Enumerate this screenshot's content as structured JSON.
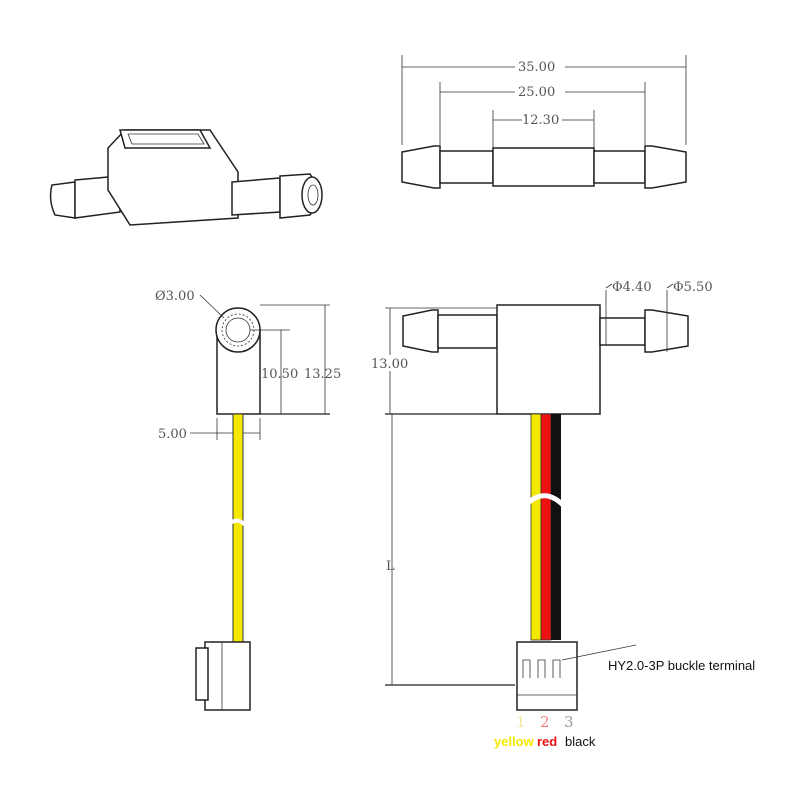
{
  "dimensions": {
    "length_total": "35.00",
    "length_barbs": "25.00",
    "length_body": "12.30",
    "inlet_diameter": "Ø3.00",
    "center_height": "10.50",
    "total_height": "13.25",
    "width": "5.00",
    "body_height": "13.00",
    "tube_diameter": "Φ4.40",
    "barb_diameter": "Φ5.50",
    "cable_length": "L"
  },
  "connector": {
    "label": "HY2.0-3P buckle terminal",
    "pins": [
      {
        "number": "1",
        "wire": "yellow",
        "color": "#f5e800"
      },
      {
        "number": "2",
        "wire": "red",
        "color": "#ee1111"
      },
      {
        "number": "3",
        "wire": "black",
        "color": "#111111"
      }
    ]
  }
}
